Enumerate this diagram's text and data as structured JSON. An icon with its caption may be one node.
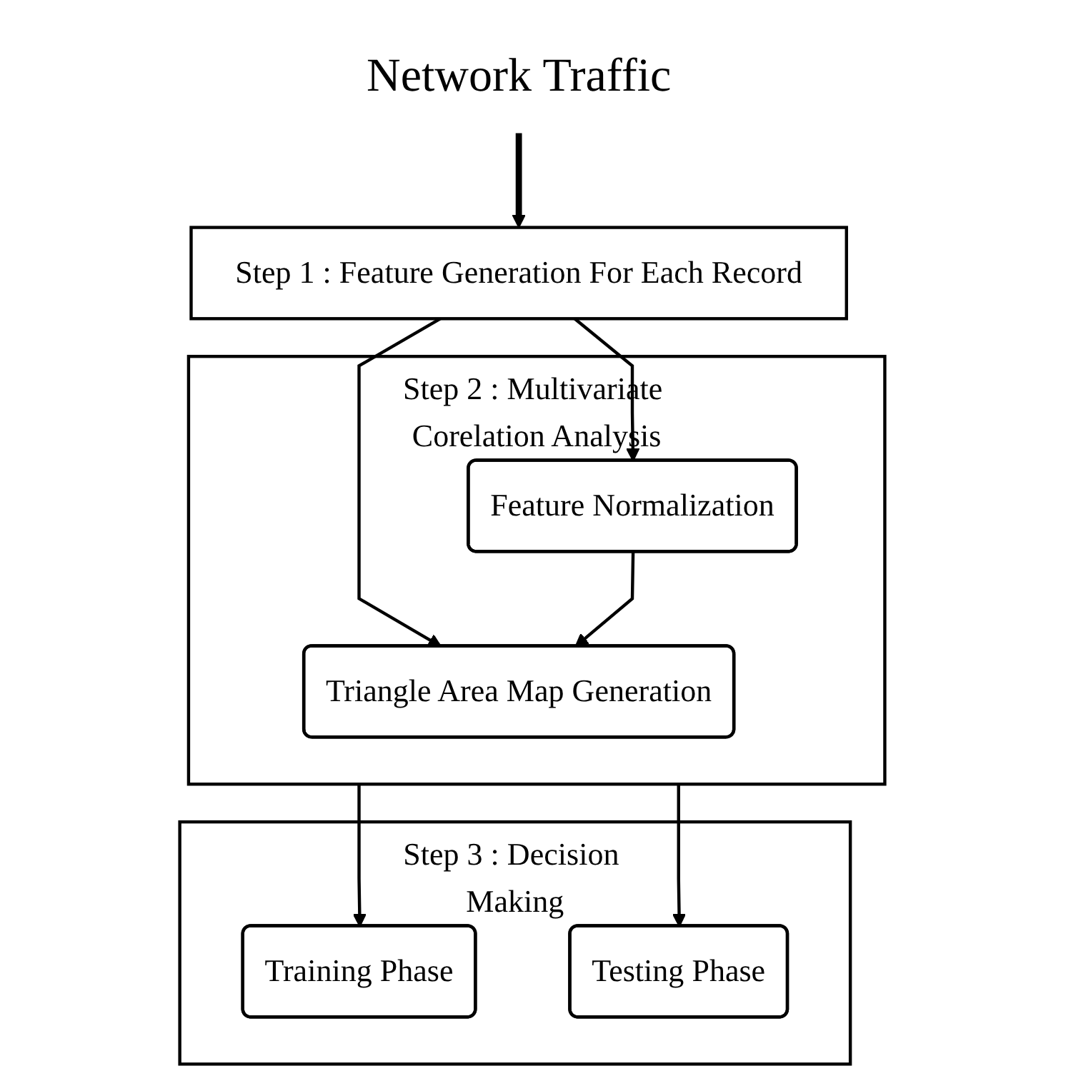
{
  "diagram": {
    "nodes": [
      {
        "text": [
          "Network Traffic"
        ]
      },
      {
        "text": [
          "Step 1 : Feature Generation For Each Record"
        ]
      },
      {
        "text": [
          "Step 2 : Multivariate Corelation Analysis"
        ]
      },
      {
        "text": [
          "Triangle Area Map Generation"
        ],
        "in": 2
      },
      {
        "text": [
          "Feature Normalization"
        ],
        "in": 2
      },
      {
        "text": [
          "Step 3 : Decision Making"
        ]
      },
      {
        "text": [
          "Training Phase"
        ],
        "in": 5
      },
      {
        "text": [
          "Testing Phase"
        ],
        "in": 5
      }
    ],
    "edges": [
      {
        "from": 0,
        "to": 1,
        "arrow": "to",
        "style": "thick"
      },
      {
        "from": 1,
        "to": 3,
        "arrow": "to"
      },
      {
        "from": 1,
        "to": 4,
        "arrow": "to"
      },
      {
        "from": 4,
        "to": 3,
        "arrow": "to"
      },
      {
        "from": 2,
        "to": 6,
        "arrow": "to"
      },
      {
        "from": 2,
        "to": 7,
        "arrow": "to"
      }
    ]
  }
}
